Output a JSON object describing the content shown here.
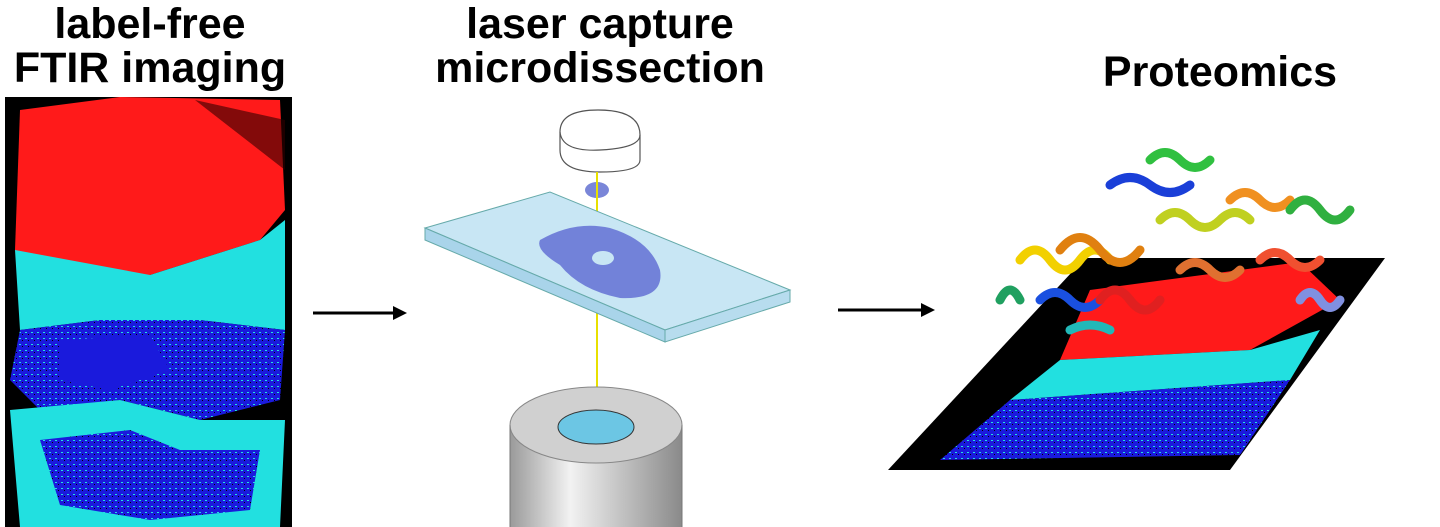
{
  "panels": [
    {
      "title_line1": "label-free",
      "title_line2": "FTIR imaging"
    },
    {
      "title_line1": "laser capture",
      "title_line2": "microdissection"
    },
    {
      "title_line1": "Proteomics"
    }
  ],
  "colors": {
    "red": "#ff1a1a",
    "cyan": "#22e0e0",
    "blue": "#1a1adc",
    "slide": "#c8e6f4",
    "black": "#000000"
  }
}
